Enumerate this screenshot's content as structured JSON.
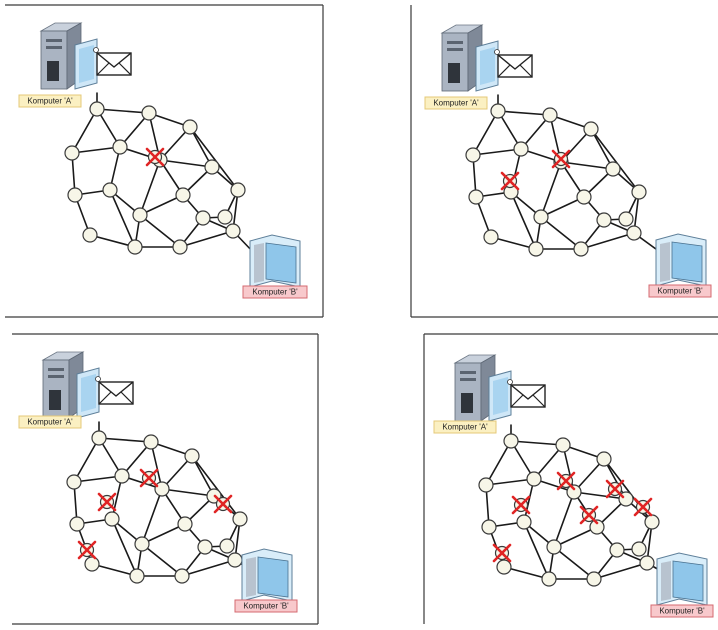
{
  "labels": {
    "computer_a": "Komputer 'A'",
    "computer_b": "Komputer 'B'"
  },
  "colors": {
    "node_fill": "#f7f6e8",
    "failed_node_mark": "#e02424",
    "label_a_fill": "#fbf0c2",
    "label_b_fill": "#f8c9cc"
  },
  "icons": [
    "server-tower-icon",
    "monitor-icon",
    "envelope-icon",
    "failed-node-x-icon"
  ],
  "panels": [
    {
      "id": "top-left",
      "failed_nodes": 1
    },
    {
      "id": "top-right",
      "failed_nodes": 2
    },
    {
      "id": "bottom-left",
      "failed_nodes": 4
    },
    {
      "id": "bottom-right",
      "failed_nodes": 6
    }
  ]
}
